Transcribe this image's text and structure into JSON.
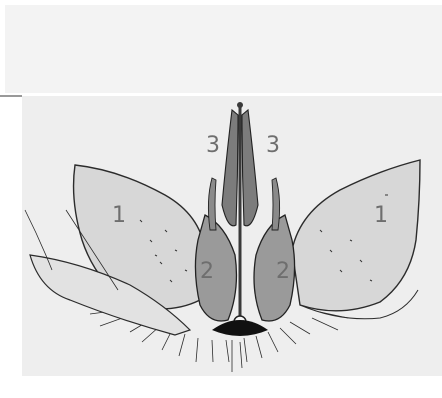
{
  "figure": {
    "labels": {
      "outer_left": "1",
      "outer_right": "1",
      "middle_left": "2",
      "middle_right": "2",
      "inner_left": "3",
      "inner_right": "3"
    }
  },
  "colors": {
    "top_panel": "#f3f3f3",
    "plate_background": "#eeeeee",
    "ink": "#2b2b2b",
    "label": "#6e6e6e"
  }
}
